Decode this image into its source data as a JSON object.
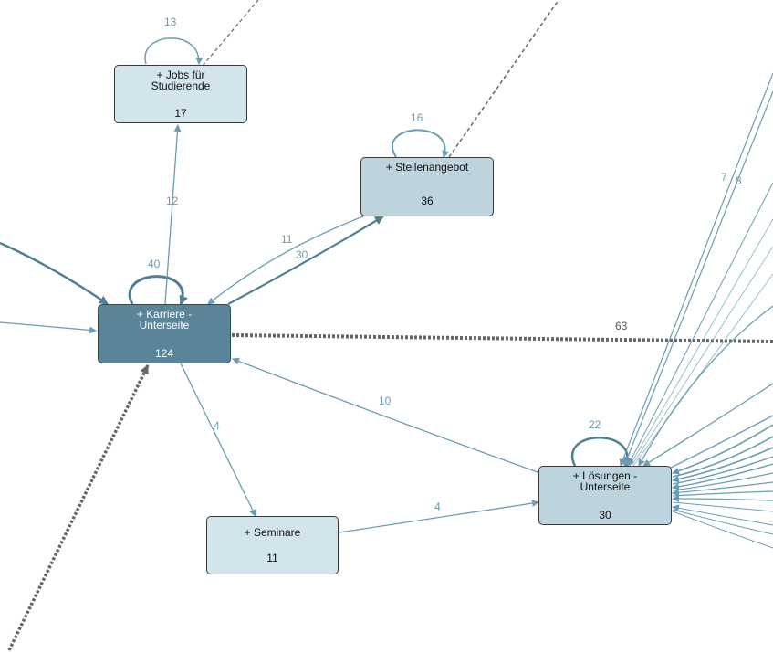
{
  "nodes": {
    "jobs": {
      "label": "+ Jobs für\nStudierende",
      "count": "17"
    },
    "stellen": {
      "label": "+ Stellenangebot",
      "count": "36"
    },
    "karriere": {
      "label": "+ Karriere -\nUnterseite",
      "count": "124"
    },
    "seminare": {
      "label": "+ Seminare",
      "count": "11"
    },
    "loesungen": {
      "label": "+ Lösungen -\nUnterseite",
      "count": "30"
    }
  },
  "edge_labels": {
    "jobs_self": "13",
    "stellen_self": "16",
    "karriere_self": "40",
    "karriere_to_jobs": "12",
    "stellen_to_karriere": "11",
    "karriere_to_stellen": "30",
    "karriere_to_offscreen": "63",
    "loesungen_to_karriere": "10",
    "karriere_to_seminare": "4",
    "seminare_to_loesungen": "4",
    "loesungen_self": "22",
    "incoming_7": "7",
    "incoming_8": "8"
  },
  "colors": {
    "edge": "#6a9cb3",
    "edge_dark": "#4f7f95",
    "dotted": "#666666",
    "node_light": "#d2e4ec",
    "node_mid": "#bdd3dd",
    "node_dark": "#5a8599"
  }
}
